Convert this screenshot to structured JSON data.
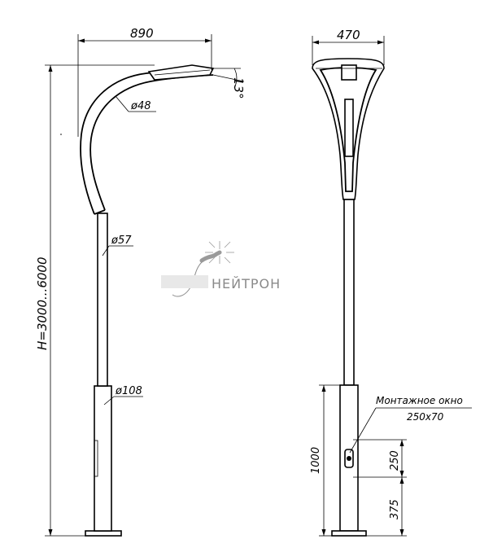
{
  "dimensions": {
    "arm_reach": "890",
    "arm_angle": "13°",
    "arm_diameter": "ø48",
    "pole_diameter": "ø57",
    "base_diameter": "ø108",
    "pole_height": "H=3000...6000",
    "head_width": "470",
    "base_height": "1000",
    "window_height": "250",
    "window_offset": "375"
  },
  "callouts": {
    "mount_window_label": "Монтажное окно",
    "mount_window_size": "250x70"
  },
  "brand": {
    "name": "НЕЙТРОН"
  },
  "colors": {
    "line": "#000000",
    "watermark": "#8a8a8a",
    "background": "#ffffff"
  }
}
